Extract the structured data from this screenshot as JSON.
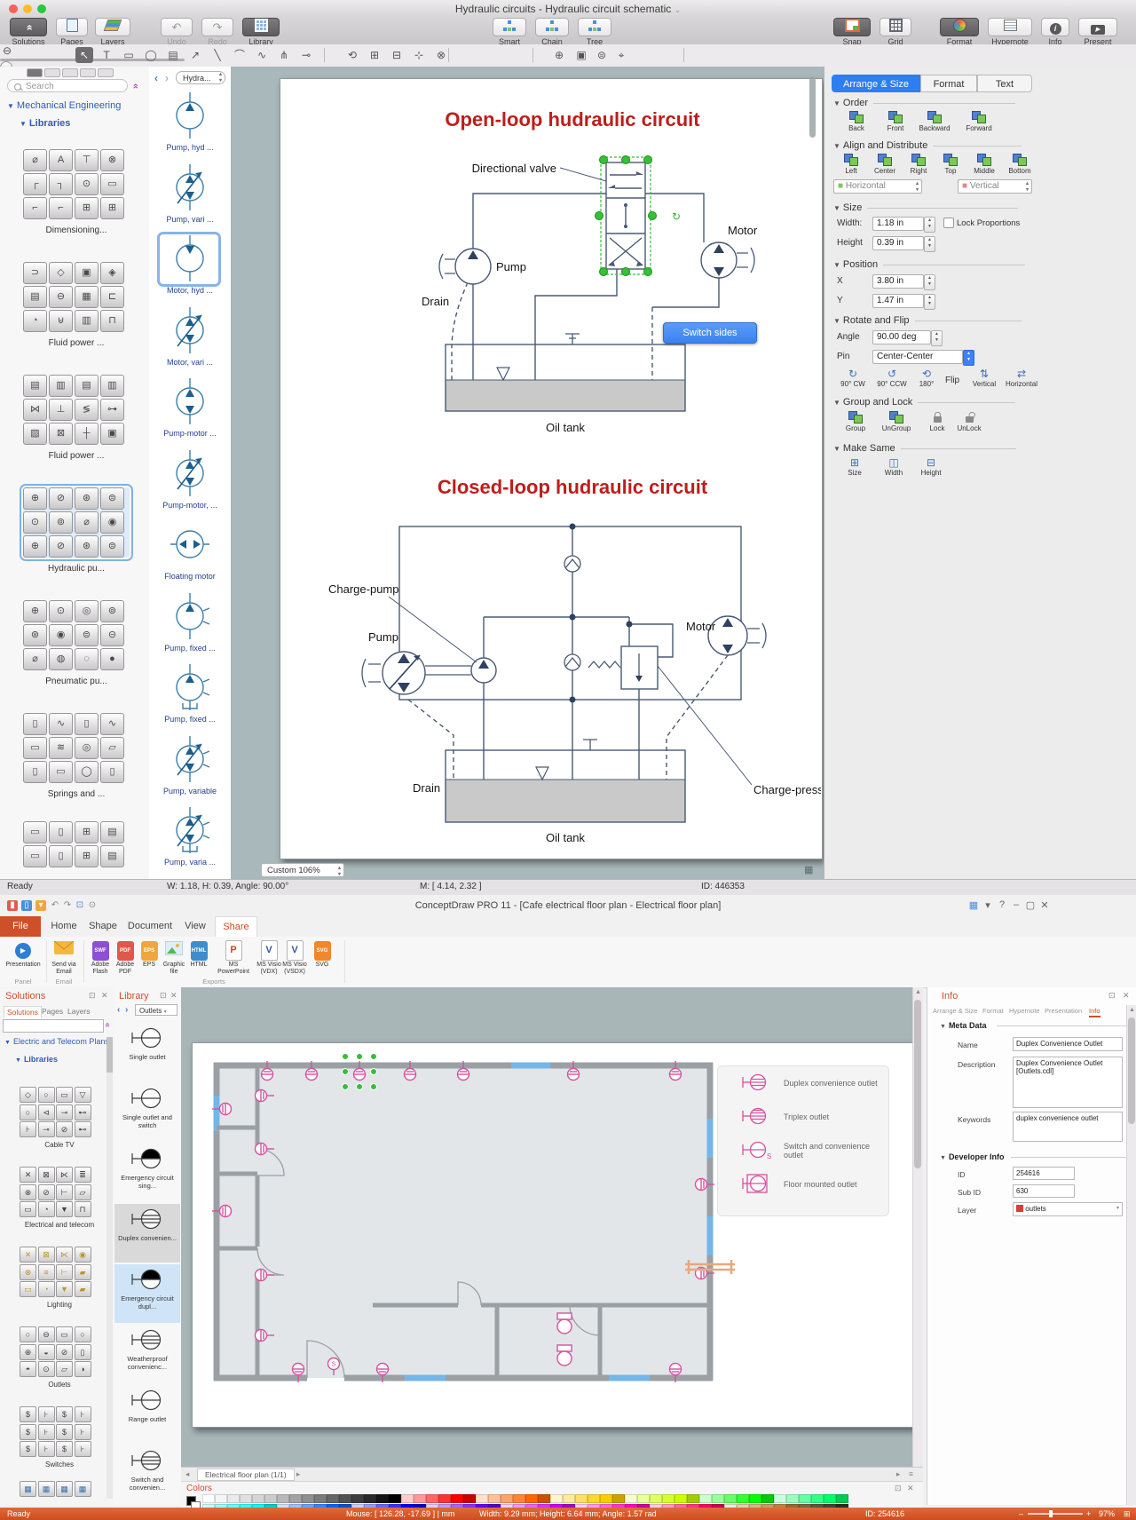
{
  "mac": {
    "title": "Hydraulic circuits - Hydraulic circuit schematic",
    "toolbar": {
      "labels": [
        "Solutions",
        "Pages",
        "Layers",
        "Undo",
        "Redo",
        "Library",
        "Smart",
        "Chain",
        "Tree",
        "Snap",
        "Grid",
        "Format",
        "Hypernote",
        "Info",
        "Present"
      ]
    },
    "sidebar": {
      "search_placeholder": "Search",
      "group": "Mechanical Engineering",
      "subgroup": "Libraries",
      "cards": [
        {
          "label": "Dimensioning...",
          "glyphs": "⌀A⊤⊗┌┐⊙▭⌐⌐⊞⊞",
          "selected": false
        },
        {
          "label": "Fluid power ...",
          "glyphs": "⊃◇▣◈▤⊖▦⊏◔⊎▥⊓",
          "selected": false
        },
        {
          "label": "Fluid power ...",
          "glyphs": "▤▥▤▥⋈⊥≶⊶▨⊠┼▣",
          "selected": false
        },
        {
          "label": "Hydraulic pu...",
          "glyphs": "⊕⊘⊛⊜⊙⊚⌀◉⊕⊘⊛⊜",
          "selected": true
        },
        {
          "label": "Pneumatic pu...",
          "glyphs": "⊕⊙◎⊚⊛◉⊜⊝⌀◍◌●",
          "selected": false
        },
        {
          "label": "Springs and ...",
          "glyphs": "▯∿▯∿▭≋◎▱▯▭◯▯",
          "selected": false
        },
        {
          "label": "",
          "glyphs": "▭▯⊞▤▭▯⊞▤",
          "selected": false,
          "partial": true
        }
      ]
    },
    "strip": {
      "dropdown": "Hydra...",
      "items": [
        {
          "label": "Pump, hyd ...",
          "type": "pump"
        },
        {
          "label": "Pump, vari ...",
          "type": "vari"
        },
        {
          "label": "Motor, hyd ...",
          "type": "motor",
          "selected": true
        },
        {
          "label": "Motor, vari ...",
          "type": "vari"
        },
        {
          "label": "Pump-motor ...",
          "type": "both"
        },
        {
          "label": "Pump-motor, ...",
          "type": "vari2"
        },
        {
          "label": "Floating motor",
          "type": "float"
        },
        {
          "label": "Pump, fixed ...",
          "type": "fixed"
        },
        {
          "label": "Pump, fixed ...",
          "type": "fixdr"
        },
        {
          "label": "Pump, variable",
          "type": "varif"
        },
        {
          "label": "Pump, varia ...",
          "type": "varidr"
        }
      ]
    },
    "canvas": {
      "zoom": "Custom 106%",
      "open_loop": {
        "title": "Open-loop hudraulic circuit",
        "valve_label": "Directional valve",
        "motor": "Motor",
        "pump": "Pump",
        "drain": "Drain",
        "tank": "Oil tank",
        "switch_sides": "Switch sides"
      },
      "closed_loop": {
        "title": "Closed-loop hudraulic circuit",
        "charge_pump": "Charge-pump",
        "pump": "Pump",
        "motor": "Motor",
        "drain": "Drain",
        "charge_pressure": "Charge-pressure",
        "tank": "Oil tank"
      }
    },
    "inspector": {
      "tabs": [
        "Arrange & Size",
        "Format",
        "Text"
      ],
      "order": {
        "title": "Order",
        "items": [
          "Back",
          "Front",
          "Backward",
          "Forward"
        ]
      },
      "align": {
        "title": "Align and Distribute",
        "items": [
          "Left",
          "Center",
          "Right",
          "Top",
          "Middle",
          "Bottom"
        ],
        "h": "Horizontal",
        "v": "Vertical"
      },
      "size": {
        "title": "Size",
        "width_label": "Width:",
        "width": "1.18 in",
        "height_label": "Height",
        "height": "0.39 in",
        "lock": "Lock Proportions"
      },
      "position": {
        "title": "Position",
        "x_label": "X",
        "x": "3.80 in",
        "y_label": "Y",
        "y": "1.47 in"
      },
      "rotate": {
        "title": "Rotate and Flip",
        "angle_label": "Angle",
        "angle": "90.00 deg",
        "pin_label": "Pin",
        "pin": "Center-Center",
        "cw": "90° CW",
        "ccw": "90° CCW",
        "r180": "180°",
        "flip": "Flip",
        "vertical": "Vertical",
        "horizontal": "Horizontal"
      },
      "group": {
        "title": "Group and Lock",
        "items": [
          "Group",
          "UnGroup",
          "Lock",
          "UnLock"
        ]
      },
      "make_same": {
        "title": "Make Same",
        "items": [
          "Size",
          "Width",
          "Height"
        ]
      }
    },
    "status": {
      "ready": "Ready",
      "dims": "W: 1.18,  H: 0.39,  Angle: 90.00°",
      "mouse": "M: [ 4.14, 2.32 ]",
      "id": "ID: 446353"
    }
  },
  "win": {
    "title": "ConceptDraw PRO 11 - [Cafe electrical floor plan - Electrical floor plan]",
    "tabs": [
      "File",
      "Home",
      "Shape",
      "Document",
      "View",
      "Share"
    ],
    "active_tab": "Share",
    "ribbon": {
      "buttons": [
        "Presentation",
        "Send via Email",
        "Adobe Flash",
        "Adobe PDF",
        "EPS",
        "Graphic file",
        "HTML",
        "MS PowerPoint",
        "MS Visio (VDX)",
        "MS Visio (VSDX)",
        "SVG"
      ],
      "groups": [
        "Panel",
        "Email",
        "Exports"
      ]
    },
    "solutions": {
      "title": "Solutions",
      "tabs": [
        "Solutions",
        "Pages",
        "Layers"
      ],
      "group": "Electric and Telecom Plans",
      "subgroup": "Libraries",
      "cards": [
        {
          "label": "Cable TV",
          "glyphs": "◇○▭▽○⊲⊸⊷⊦⊸⊘⊷",
          "tint": "#444"
        },
        {
          "label": "Electrical and telecom",
          "glyphs": "✕⊠⋉≣⊗⊘⊢▱▭◔▼⊓",
          "tint": "#444"
        },
        {
          "label": "Lighting",
          "glyphs": "✕⊠⋉◉⊗≡⊢▰▭◔▼▰",
          "tint": "#b8962b"
        },
        {
          "label": "Outlets",
          "glyphs": "○⊖▭○⊕◒⊘▯◓⊙▱◑",
          "tint": "#444"
        },
        {
          "label": "Switches",
          "glyphs": "$⊦$⊦$⊦$⊦$⊦$⊦",
          "tint": "#444"
        },
        {
          "label": "",
          "glyphs": "▦▦▦▦",
          "tint": "#3a6fb0",
          "partial": true
        }
      ]
    },
    "library": {
      "title": "Library",
      "dropdown": "Outlets",
      "items": [
        {
          "label": "Single outlet",
          "type": "plain"
        },
        {
          "label": "Single outlet and switch",
          "type": "plain"
        },
        {
          "label": "Emergency circuit sing...",
          "type": "emergency"
        },
        {
          "label": "Duplex convenien...",
          "type": "duplex",
          "selected": "gray"
        },
        {
          "label": "Emergency circuit dupl...",
          "type": "emergency",
          "selected": "blue"
        },
        {
          "label": "Weatherproof convenienc...",
          "type": "duplex"
        },
        {
          "label": "Range outlet",
          "type": "plain"
        },
        {
          "label": "Switch and convenien...",
          "type": "duplex"
        }
      ]
    },
    "legend": [
      "Duplex convenience outlet",
      "Triplex outlet",
      "Switch and convenience outlet",
      "Floor mounted outlet"
    ],
    "page_tab": "Electrical floor plan (1/1)",
    "colors": {
      "title": "Colors",
      "row1": [
        "#ffffff",
        "#f5f5f5",
        "#ebebeb",
        "#e0e0e0",
        "#d6d6d6",
        "#cccccc",
        "#b8b8b8",
        "#a3a3a3",
        "#8f8f8f",
        "#7a7a7a",
        "#666666",
        "#525252",
        "#3d3d3d",
        "#292929",
        "#141414",
        "#000000",
        "#ffcccc",
        "#ff9999",
        "#ff6666",
        "#ff3333",
        "#ff0000",
        "#cc0000",
        "#ffe0cc",
        "#ffc199",
        "#ffa366",
        "#ff8533",
        "#ff6600",
        "#cc5200",
        "#fff5cc",
        "#ffeb99",
        "#ffe066",
        "#ffd633",
        "#ffcc00",
        "#cca300",
        "#f5ffcc",
        "#ebff99",
        "#e0ff66",
        "#d6ff33",
        "#ccff00",
        "#a3cc00",
        "#ccffcc",
        "#99ff99",
        "#66ff66",
        "#33ff33",
        "#00ff00",
        "#00cc00",
        "#ccffe0",
        "#99ffc1",
        "#66ffa3",
        "#33ff85",
        "#00ff66",
        "#00cc52"
      ],
      "row2": [
        "#ccffff",
        "#99ffff",
        "#66ffff",
        "#33ffff",
        "#00ffff",
        "#00cccc",
        "#cce0ff",
        "#99c2ff",
        "#66a3ff",
        "#3385ff",
        "#0066ff",
        "#0052cc",
        "#ccccff",
        "#9999ff",
        "#6666ff",
        "#3333ff",
        "#0000ff",
        "#0000cc",
        "#e0ccff",
        "#c299ff",
        "#a366ff",
        "#8533ff",
        "#6600ff",
        "#5200cc",
        "#f5ccff",
        "#eb99ff",
        "#e066ff",
        "#d633ff",
        "#cc00ff",
        "#a300cc",
        "#ffccf5",
        "#ff99eb",
        "#ff66e0",
        "#ff33d6",
        "#ff00cc",
        "#cc00a3",
        "#ffcce0",
        "#ff99c2",
        "#ff66a3",
        "#ff3385",
        "#ff0066",
        "#cc0052",
        "#f2e6d9",
        "#e6ccb3",
        "#d9b38c",
        "#cc9966",
        "#bf8040",
        "#996633",
        "#806040",
        "#66513d",
        "#4d3d33",
        "#332822"
      ]
    },
    "info": {
      "title": "Info",
      "tabs": [
        "Arrange & Size",
        "Format",
        "Hypernote",
        "Presentation",
        "Info"
      ],
      "meta_title": "Meta Data",
      "name_label": "Name",
      "name": "Duplex Convenience Outlet",
      "desc_label": "Description",
      "desc_line1": "Duplex Convenience Outlet",
      "desc_line2": "[Outlets.cdl]",
      "keywords_label": "Keywords",
      "keywords": "duplex convenience outlet",
      "dev_title": "Developer Info",
      "id_label": "ID",
      "id": "254616",
      "subid_label": "Sub ID",
      "subid": "630",
      "layer_label": "Layer",
      "layer": "outlets",
      "layer_color": "#e03c31"
    },
    "status": {
      "ready": "Ready",
      "mouse": "Mouse: [ 126.28, -17.69 ] | mm",
      "dims": "Width: 9.29 mm;  Height: 6.64 mm;  Angle: 1.57 rad",
      "id": "ID: 254616",
      "zoom": "97%"
    }
  }
}
